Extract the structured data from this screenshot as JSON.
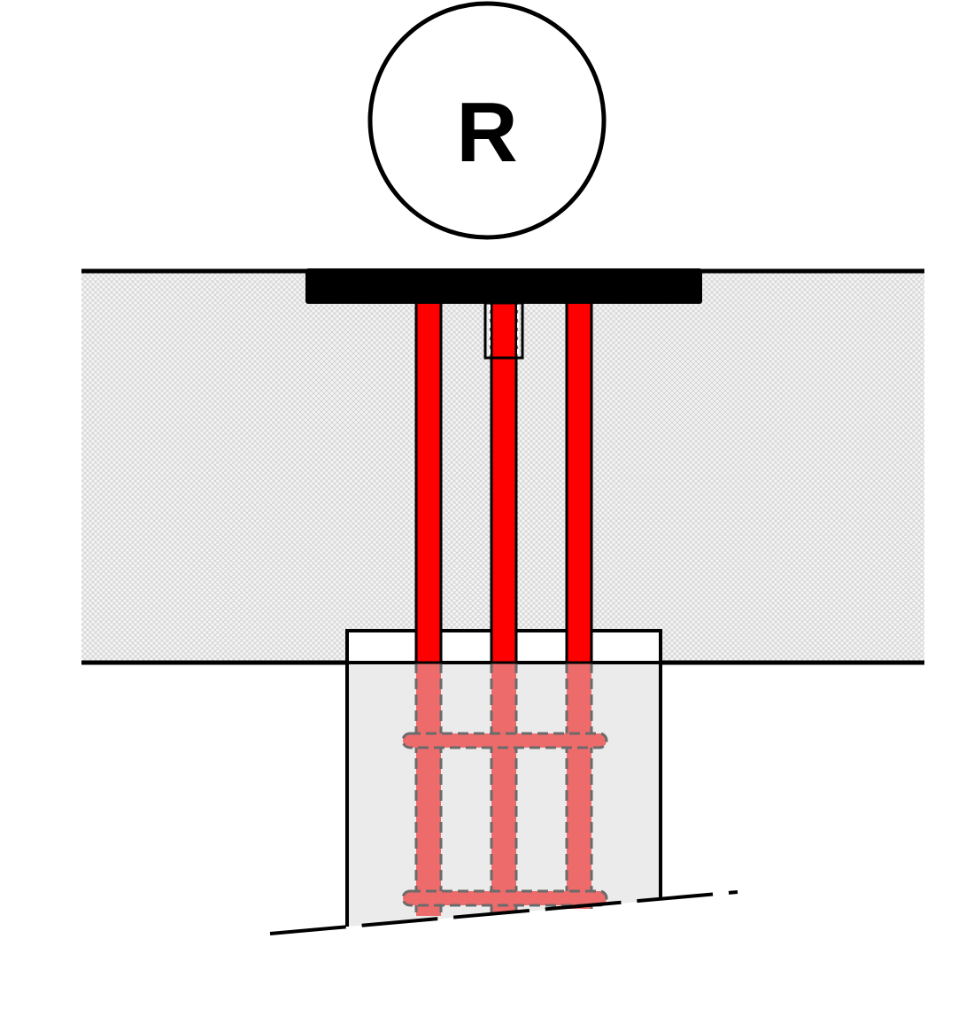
{
  "label": {
    "text": "R"
  },
  "colors": {
    "background": "#ffffff",
    "outline": "#000000",
    "slab_hatch_base": "#f4f4f4",
    "slab_hatch_line": "#cfcfcf",
    "footing_fill": "#ebebeb",
    "bar_solid": "#ff0000",
    "bar_embedded": "#ee6b6b",
    "bar_dash": "#6b6b6b",
    "base_plate": "#000000"
  },
  "components": {
    "slab": "hatched-slab",
    "base_plate": "steel-base-plate",
    "bars_visible": 3,
    "bars_embedded": 3,
    "stirrups": 2,
    "footing": "concrete-footing",
    "ground_line": "dashed"
  }
}
